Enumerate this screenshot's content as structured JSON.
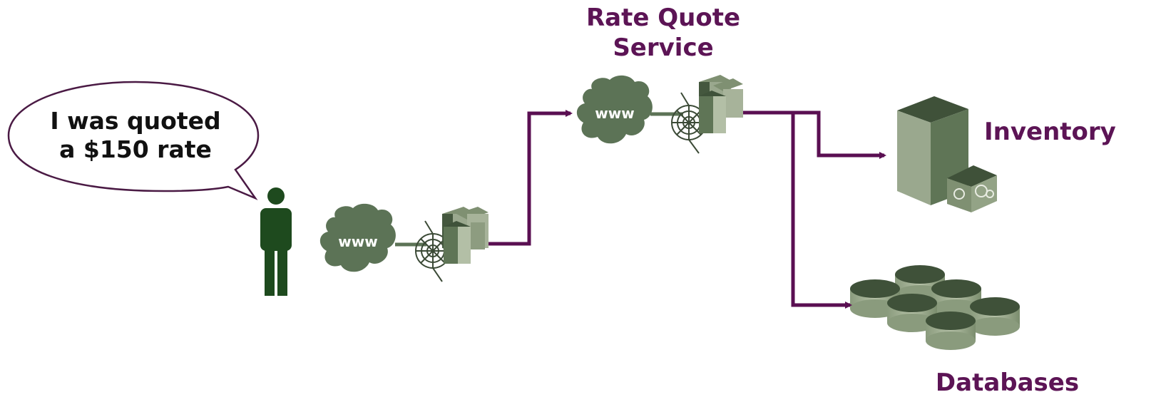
{
  "speech_bubble": {
    "line1": "I was quoted",
    "line2": "a $150 rate"
  },
  "cloud_text": {
    "client": "www",
    "service": "www"
  },
  "rate_quote": {
    "line1": "Rate Quote",
    "line2": "Service"
  },
  "inventory_label": "Inventory",
  "databases_label": "Databases",
  "colors": {
    "arrow": "#5a0f52",
    "label": "#5c1455",
    "person": "#1e4a1e",
    "cloud": "#5c7356",
    "server_light": "#9aa88e",
    "server_dark": "#44573e"
  }
}
